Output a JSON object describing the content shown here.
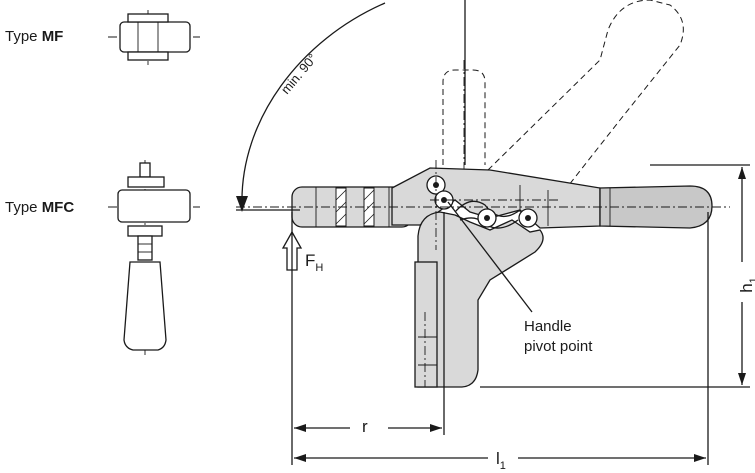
{
  "labels": {
    "type_mf_prefix": "Type ",
    "type_mf_bold": "MF",
    "type_mfc_prefix": "Type ",
    "type_mfc_bold": "MFC",
    "angle": "min. 90°",
    "force_main": "F",
    "force_sub": "H",
    "pivot_line1": "Handle",
    "pivot_line2": "pivot point",
    "dim_r": "r",
    "dim_l_main": "l",
    "dim_l_sub": "1",
    "dim_h_main": "h",
    "dim_h_sub": "1"
  }
}
